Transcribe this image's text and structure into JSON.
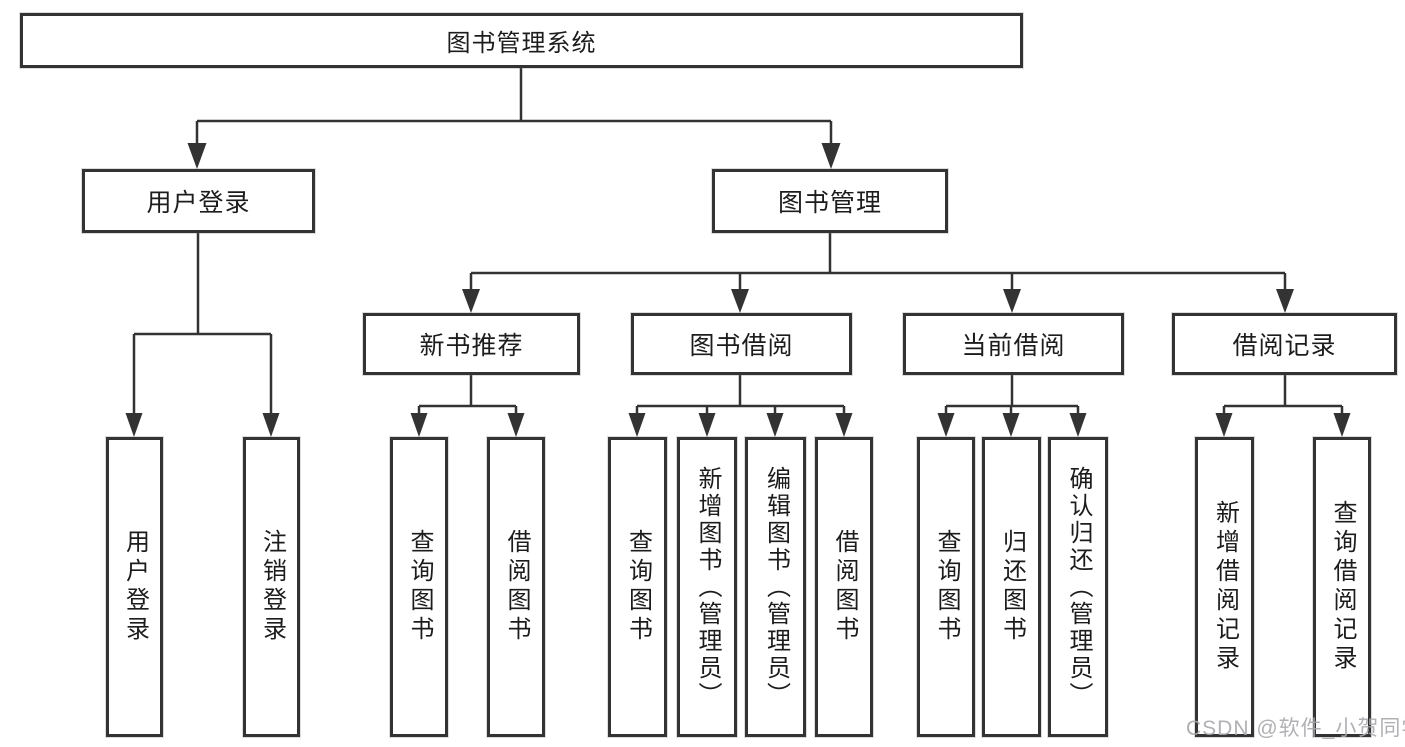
{
  "title": "图书管理系统",
  "watermark": "CSDN @软件_小贺同学",
  "colors": {
    "background": "#ffffff",
    "line": "#333333",
    "box_border": "#333333",
    "text": "#1c1c1c",
    "watermark": "#a8a8ad"
  },
  "tree": {
    "root": {
      "label": "图书管理系统"
    },
    "children": [
      {
        "label": "用户登录",
        "children": [
          {
            "label": "用户登录"
          },
          {
            "label": "注销登录"
          }
        ]
      },
      {
        "label": "图书管理",
        "children": [
          {
            "label": "新书推荐",
            "children": [
              {
                "label": "查询图书"
              },
              {
                "label": "借阅图书"
              }
            ]
          },
          {
            "label": "图书借阅",
            "children": [
              {
                "label": "查询图书"
              },
              {
                "label": "新增图书（管理员）"
              },
              {
                "label": "编辑图书（管理员）"
              },
              {
                "label": "借阅图书"
              }
            ]
          },
          {
            "label": "当前借阅",
            "children": [
              {
                "label": "查询图书"
              },
              {
                "label": "归还图书"
              },
              {
                "label": "确认归还（管理员）"
              }
            ]
          },
          {
            "label": "借阅记录",
            "children": [
              {
                "label": "新增借阅记录"
              },
              {
                "label": "查询借阅记录"
              }
            ]
          }
        ]
      }
    ]
  }
}
